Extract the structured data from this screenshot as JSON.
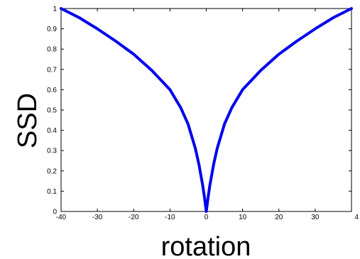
{
  "chart_data": {
    "type": "line",
    "title": "",
    "xlabel": "rotation",
    "ylabel": "SSD",
    "xlim": [
      -40,
      40
    ],
    "ylim": [
      0,
      1
    ],
    "x_ticks": [
      -40,
      -30,
      -20,
      -10,
      0,
      10,
      20,
      30,
      40
    ],
    "x_tick_labels": [
      "-40",
      "-30",
      "-20",
      "-10",
      "0",
      "10",
      "20",
      "30",
      "4"
    ],
    "y_ticks": [
      0,
      0.1,
      0.2,
      0.3,
      0.4,
      0.5,
      0.6,
      0.7,
      0.8,
      0.9,
      1
    ],
    "y_tick_labels": [
      "0",
      "0.1",
      "0.2",
      "0.3",
      "0.4",
      "0.5",
      "0.6",
      "0.7",
      "0.8",
      "0.9",
      "1"
    ],
    "grid": false,
    "box": true,
    "series": [
      {
        "color": "#0000ee",
        "x": [
          -40,
          -35,
          -30,
          -25,
          -20,
          -15,
          -10,
          -7,
          -5,
          -3,
          -2,
          -1,
          -0.5,
          0,
          0.5,
          1,
          2,
          3,
          5,
          7,
          10,
          15,
          20,
          25,
          30,
          35,
          40
        ],
        "y": [
          1.0,
          0.955,
          0.9,
          0.84,
          0.775,
          0.695,
          0.6,
          0.51,
          0.43,
          0.31,
          0.23,
          0.13,
          0.07,
          0.0,
          0.07,
          0.13,
          0.23,
          0.31,
          0.43,
          0.51,
          0.6,
          0.695,
          0.775,
          0.84,
          0.9,
          0.955,
          1.0
        ]
      }
    ]
  }
}
